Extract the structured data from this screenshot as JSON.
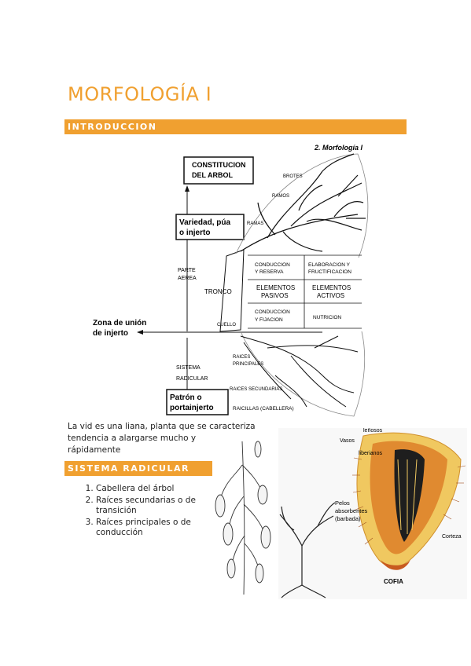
{
  "title": "MORFOLOGÍA I",
  "sections": {
    "intro": "INTRODUCCION",
    "sistema": "SISTEMA RADICULAR"
  },
  "tree_figure": {
    "header": "2. Morfología I",
    "constitucion_1": "CONSTITUCION",
    "constitucion_2": "DEL  ARBOL",
    "brotes": "BROTES",
    "ramos": "RAMOS",
    "ramas": "RAMAS",
    "variedad_1": "Variedad, púa",
    "variedad_2": "o injerto",
    "parte_1": "PARTE",
    "parte_2": "AEREA",
    "tronco": "TRONCO",
    "zona_1": "Zona de unión",
    "zona_2": "de injerto",
    "cuello": "CUELLO",
    "sistema_1": "SISTEMA",
    "sistema_2": "RADICULAR",
    "raices_principales_1": "RAICES",
    "raices_principales_2": "PRINCIPALES",
    "raices_secundarias": "RAICES  SECUNDARIAS",
    "raicillas": "RAICILLAS (CABELLERA)",
    "patron_1": "Patrón o",
    "patron_2": "portainjerto",
    "cell_1a": "CONDUCCION",
    "cell_1b": "Y RESERVA",
    "cell_2a": "ELABORACION  Y",
    "cell_2b": "FRUCTIFICACION",
    "cell_3a": "ELEMENTOS",
    "cell_3b": "PASIVOS",
    "cell_4a": "ELEMENTOS",
    "cell_4b": "ACTIVOS",
    "cell_5a": "CONDUCCION",
    "cell_5b": "Y FIJACION",
    "cell_6": "NUTRICION"
  },
  "body_line_1": "La vid es una liana, planta que se caracteriza",
  "body_line_2": "tendencia a alargarse mucho y",
  "body_line_3": "rápidamente",
  "root_list": [
    "Cabellera del árbol",
    "Raíces secundarias o de transición",
    "Raíces principales o de conducción"
  ],
  "root_tip": {
    "lenosos": "leñosos",
    "vasos": "Vasos",
    "liberianos": "liberianos",
    "pelos_1": "Pelos",
    "pelos_2": "absorbentes",
    "pelos_3": "(barbada)",
    "corteza": "Corteza",
    "cofia": "COFIA"
  },
  "colors": {
    "accent": "#f0a030",
    "root_orange": "#e08a30",
    "root_yellow": "#f0c860"
  }
}
